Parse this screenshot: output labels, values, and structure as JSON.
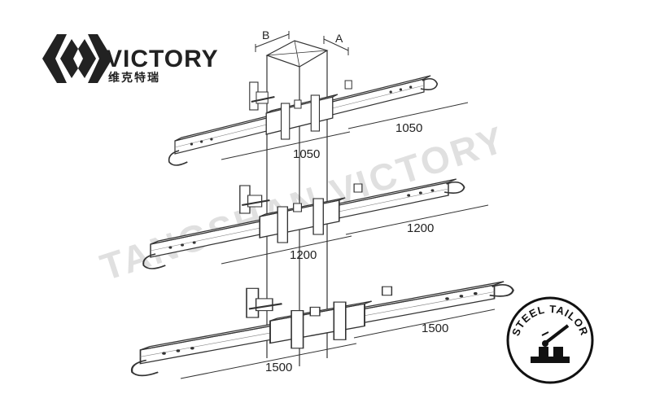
{
  "brand": {
    "name_en": "VICTORY",
    "name_cn": "维克特瑞",
    "logo_icon": "victory-w-logo-icon"
  },
  "watermark": {
    "text": "TANGSHAN VICTORY"
  },
  "seal": {
    "text": "STEEL TAILOR",
    "icon": "welder-seal-icon"
  },
  "diagram": {
    "label_b": "B",
    "label_a": "A",
    "tiers": [
      {
        "dim_right": "1050",
        "dim_left": "1050"
      },
      {
        "dim_right": "1200",
        "dim_left": "1200"
      },
      {
        "dim_right": "1500",
        "dim_left": "1500"
      }
    ]
  },
  "colors": {
    "line": "#333333",
    "watermark": "#c8c8c8"
  }
}
